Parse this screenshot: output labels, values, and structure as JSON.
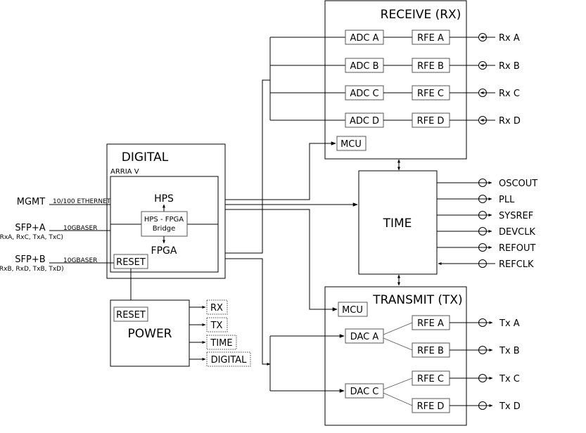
{
  "blocks": {
    "receive_title": "RECEIVE (RX)",
    "transmit_title": "TRANSMIT (TX)",
    "digital_title": "DIGITAL",
    "arria_label": "ARRIA V",
    "hps_label": "HPS",
    "bridge_line1": "HPS - FPGA",
    "bridge_line2": "Bridge",
    "fpga_label": "FPGA",
    "reset_label": "RESET",
    "power_title": "POWER",
    "power_reset_label": "RESET",
    "time_title": "TIME",
    "rx_mcu": "MCU",
    "tx_mcu": "MCU"
  },
  "rx_chains": [
    {
      "adc": "ADC A",
      "rfe": "RFE A",
      "port": "Rx A"
    },
    {
      "adc": "ADC B",
      "rfe": "RFE B",
      "port": "Rx B"
    },
    {
      "adc": "ADC C",
      "rfe": "RFE C",
      "port": "Rx C"
    },
    {
      "adc": "ADC D",
      "rfe": "RFE D",
      "port": "Rx D"
    }
  ],
  "tx_dacs": [
    "DAC A",
    "DAC C"
  ],
  "tx_rfes": [
    "RFE A",
    "RFE B",
    "RFE C",
    "RFE D"
  ],
  "tx_ports": [
    "Tx A",
    "Tx B",
    "Tx C",
    "Tx D"
  ],
  "time_ports": [
    "OSCOUT",
    "PLL",
    "SYSREF",
    "DEVCLK",
    "REFOUT",
    "REFCLK"
  ],
  "power_outputs": [
    "RX",
    "TX",
    "TIME",
    "DIGITAL"
  ],
  "external": {
    "mgmt": "MGMT",
    "mgmt_sub": "10/100 ETHERNET",
    "sfpa": "SFP+A",
    "sfpa_sub": "10GBASER",
    "sfpa_note": "(RxA, RxC, TxA, TxC)",
    "sfpb": "SFP+B",
    "sfpb_sub": "10GBASER",
    "sfpb_note": "(RxB, RxD, TxB, TxD)"
  }
}
